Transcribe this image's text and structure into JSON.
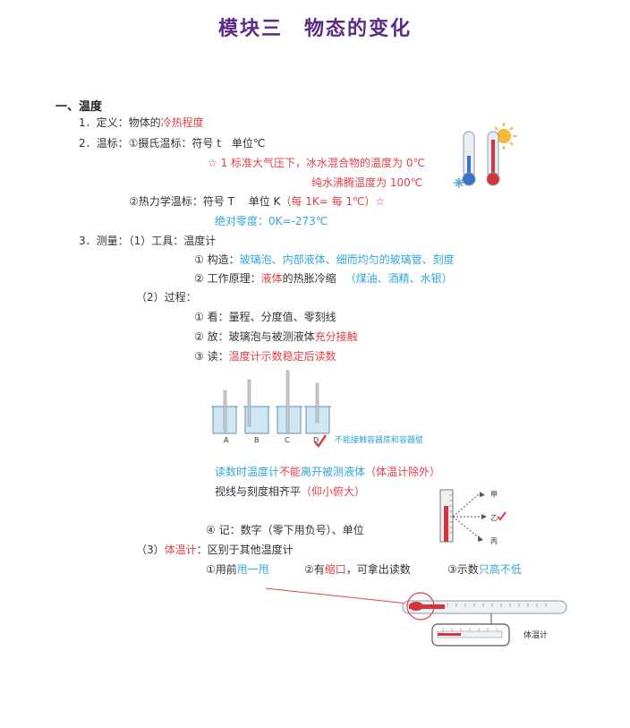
{
  "title": "模块三　物态的变化",
  "s1": {
    "heading": "一、温度",
    "def_label": "1．定义：物体的",
    "def_red": "冷热程度",
    "scale_label": "2．温标：①摄氏温标：符号 t　单位℃",
    "note1": "☆ 1 标准大气压下，冰水混合物的温度为 0℃",
    "note2": "纯水沸腾温度为 100℃",
    "kelvin_label": "②热力学温标：符号 T　 单位 K",
    "kelvin_red": "（每 1K= 每 1℃）☆",
    "abs_zero": "绝对零度：0K=-273℃",
    "measure_label": "3．测量：（1）工具：温度计",
    "struct_label": "① 构造：",
    "struct_blue": "玻璃泡、内部液体、细而均匀的玻璃管、刻度",
    "principle_label": "② 工作原理：",
    "principle_red": "液体",
    "principle_mid": "的热胀冷缩",
    "principle_blue": "（煤油、酒精、水银）",
    "process_label": "（2）过程：",
    "look": "① 看：量程、分度值、零刻线",
    "place_label": "② 放：玻璃泡与被测液体",
    "place_red": "充分接触",
    "read_label": "③ 读：",
    "read_red": "温度计示数稳定后读数",
    "beaker_labels": [
      "A",
      "B",
      "C",
      "D"
    ],
    "beaker_note": "不能接触容器底和容器壁",
    "read_note_blue1": "读数时温度计",
    "read_note_red1": "不能",
    "read_note_blue2": "离开被测液体",
    "read_note_red2": "（体温计除外）",
    "sight_label": "视线与刻度相齐平",
    "sight_red": "（仰小俯大）",
    "view_labels": [
      "甲",
      "乙",
      "丙"
    ],
    "record": "④ 记：数字（零下用负号）、单位",
    "clinical_prefix": "（3）",
    "clinical_red": "体温计",
    "clinical_rest": "：区别于其他温度计",
    "c1_label": "①用前",
    "c1_blue": "甩一甩",
    "c2_label": "②有",
    "c2_red": "缩口",
    "c2_rest": "，可拿出读数",
    "c3_label": "③示数",
    "c3_blue": "只高不低",
    "clinical_caption": "体温计"
  },
  "colors": {
    "title": "#5b2a86",
    "red": "#e0404a",
    "blue": "#33a6d8"
  }
}
